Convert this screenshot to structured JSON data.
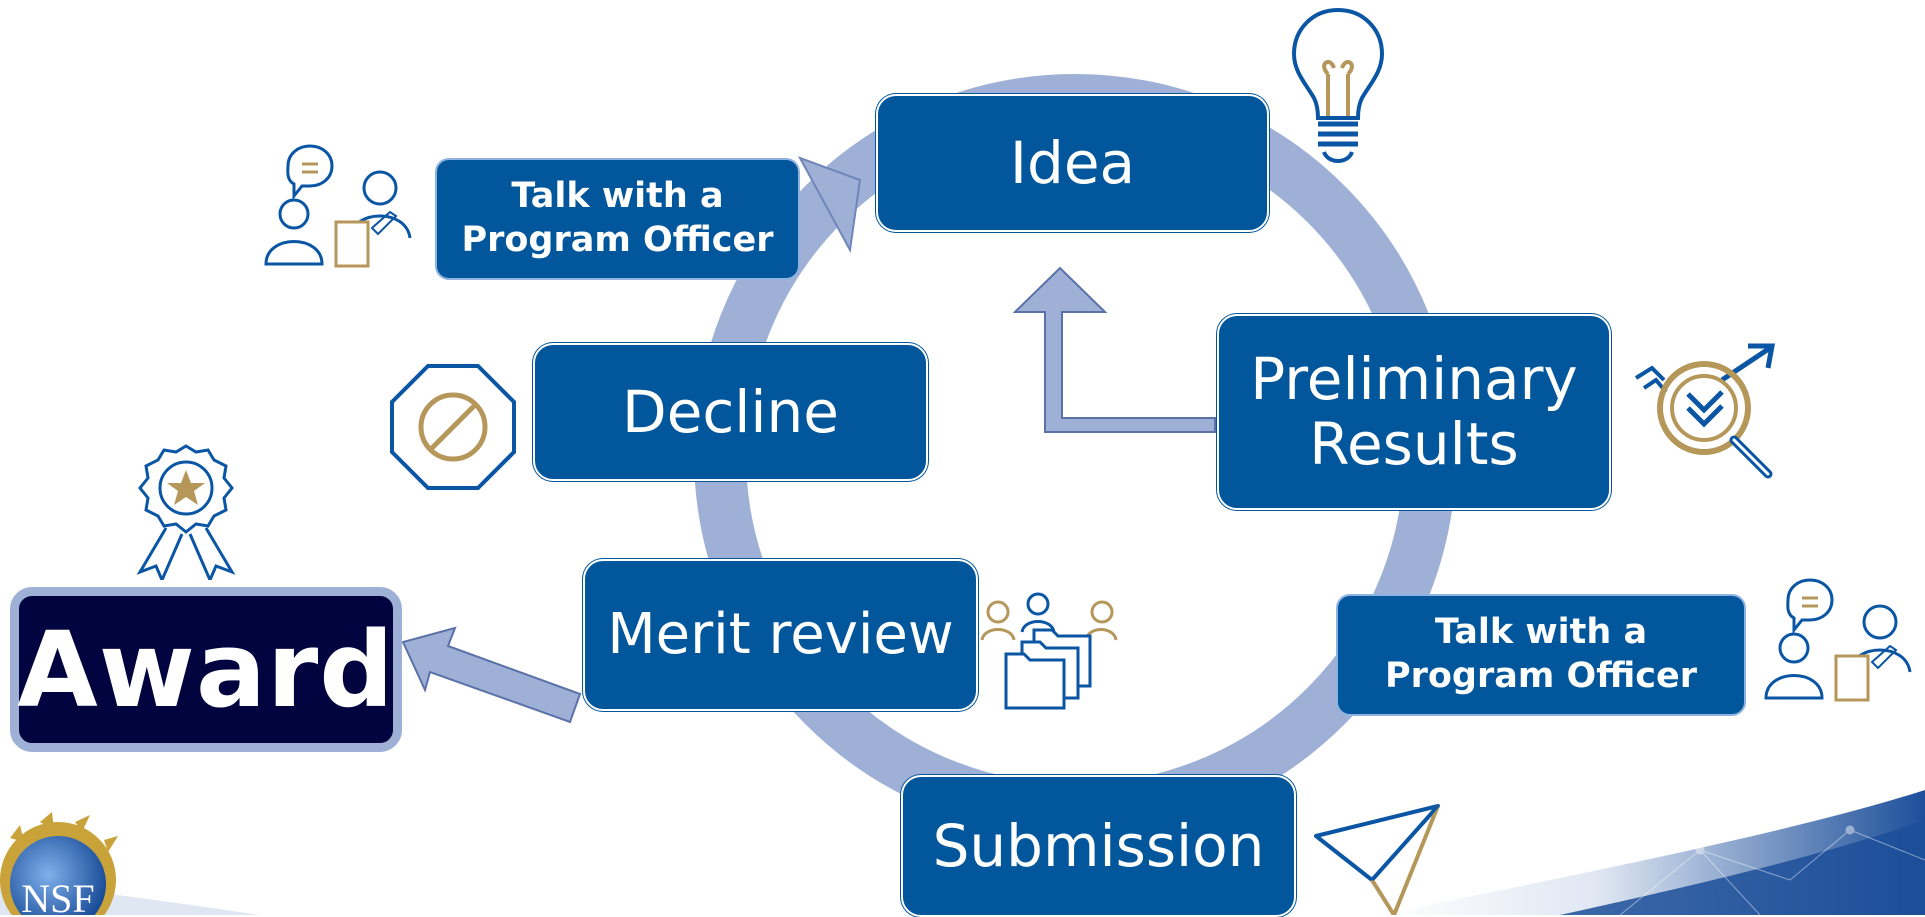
{
  "nodes": {
    "idea": "Idea",
    "preliminary_results": "Preliminary\nResults",
    "submission": "Submission",
    "merit_review": "Merit review",
    "decline": "Decline",
    "award": "Award"
  },
  "callouts": {
    "talk_top": "Talk with a\nProgram Officer",
    "talk_right": "Talk with a\nProgram Officer"
  },
  "logo": {
    "text": "NSF"
  },
  "colors": {
    "node_blue": "#02569b",
    "arrow_fill": "#9fb0d6",
    "icon_blue": "#0a56a4",
    "icon_gold": "#b5975a",
    "award_bg": "#020440"
  },
  "icons": [
    "lightbulb-icon",
    "analysis-icon",
    "paper-plane-icon",
    "team-folders-icon",
    "stop-icon",
    "award-ribbon-icon",
    "conversation-icon"
  ]
}
